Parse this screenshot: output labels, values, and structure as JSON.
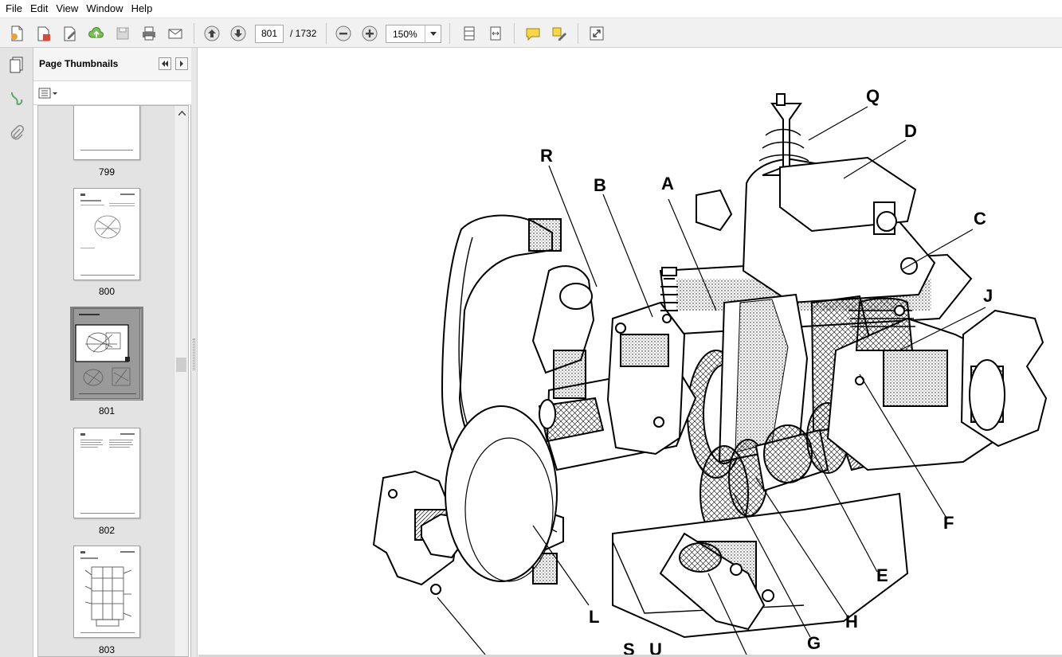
{
  "menu": [
    "File",
    "Edit",
    "View",
    "Window",
    "Help"
  ],
  "toolbar": {
    "page_current": "801",
    "page_total": "/ 1732",
    "zoom": "150%",
    "icons": [
      "create-pdf-icon",
      "combine-icon",
      "edit-icon",
      "upload-icon",
      "save-icon",
      "print-icon",
      "email-icon",
      "page-up-icon",
      "page-down-icon",
      "zoom-out-icon",
      "zoom-in-icon",
      "fit-page-icon",
      "fit-width-icon",
      "comment-icon",
      "highlight-icon",
      "fullscreen-icon"
    ]
  },
  "panel": {
    "title": "Page Thumbnails",
    "thumbnails": [
      {
        "label": "799"
      },
      {
        "label": "800"
      },
      {
        "label": "801",
        "selected": true
      },
      {
        "label": "802"
      },
      {
        "label": "803"
      }
    ]
  },
  "document": {
    "callouts": [
      "Q",
      "D",
      "R",
      "B",
      "A",
      "C",
      "J",
      "F",
      "E",
      "L",
      "H",
      "G",
      "S",
      "U"
    ]
  },
  "colors": {
    "toolbar_bg": "#f1f1f1",
    "rail_bg": "#e4e4e4",
    "thumb_selected": "#7f7f7f"
  }
}
